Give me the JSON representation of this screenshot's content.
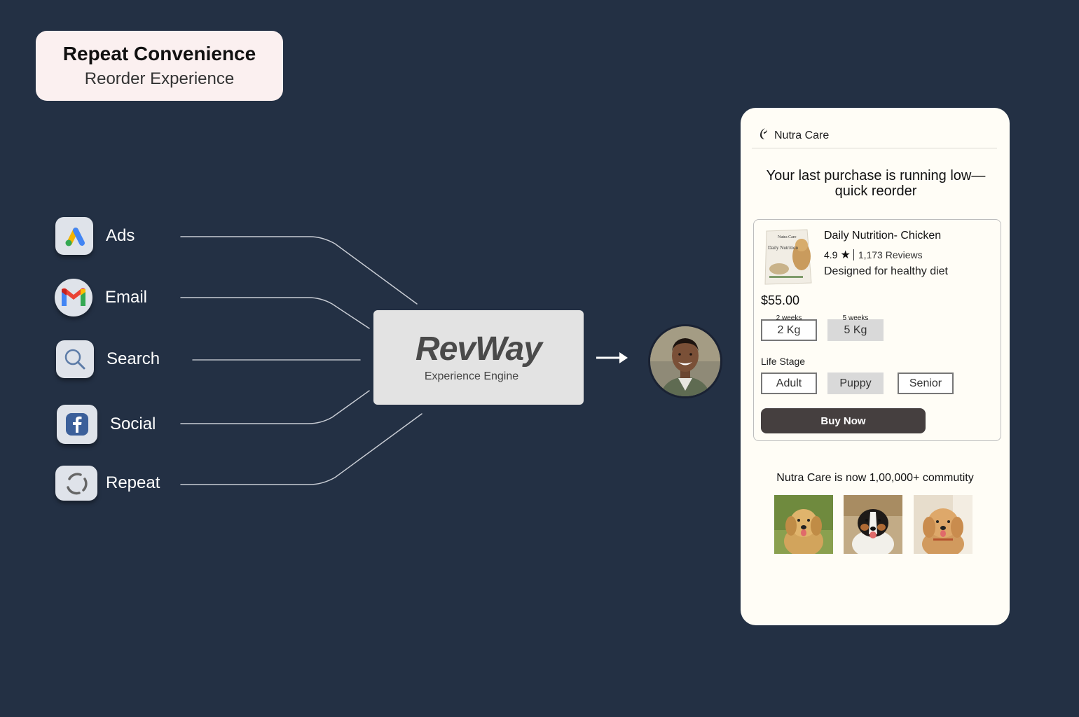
{
  "title": {
    "main": "Repeat Convenience",
    "sub": "Reorder Experience"
  },
  "channels": [
    {
      "label": "Ads",
      "icon": "google-ads-icon"
    },
    {
      "label": "Email",
      "icon": "gmail-icon"
    },
    {
      "label": "Search",
      "icon": "search-icon"
    },
    {
      "label": "Social",
      "icon": "facebook-icon"
    },
    {
      "label": "Repeat",
      "icon": "repeat-loop-icon"
    }
  ],
  "engine": {
    "brand": "RevWay",
    "subtitle": "Experience Engine"
  },
  "phone": {
    "brand": "Nutra Care",
    "headline": "Your last purchase is running low—quick reorder",
    "product": {
      "name": "Daily Nutrition- Chicken",
      "rating": "4.9",
      "reviews": "1,173 Reviews",
      "description": "Designed for healthy diet",
      "price": "$55.00",
      "pack_label": "Nutra Care",
      "pack_title": "Daily Nutrition",
      "sizes": [
        {
          "caption": "2 weeks",
          "label": "2 Kg",
          "selected": false
        },
        {
          "caption": "5 weeks",
          "label": "5 Kg",
          "selected": true
        }
      ],
      "life_stage_label": "Life Stage",
      "life_stages": [
        {
          "label": "Adult",
          "selected": false
        },
        {
          "label": "Puppy",
          "selected": true
        },
        {
          "label": "Senior",
          "selected": false
        }
      ],
      "buy_label": "Buy Now"
    },
    "community": "Nutra Care is now 1,00,000+ commutity"
  },
  "colors": {
    "background": "#233044",
    "title_card": "#fbf0f0",
    "engine_box": "#e3e3e3",
    "phone_bg": "#fffdf6",
    "buy_button": "#453f3f",
    "selected_option": "#d9d9d9"
  }
}
